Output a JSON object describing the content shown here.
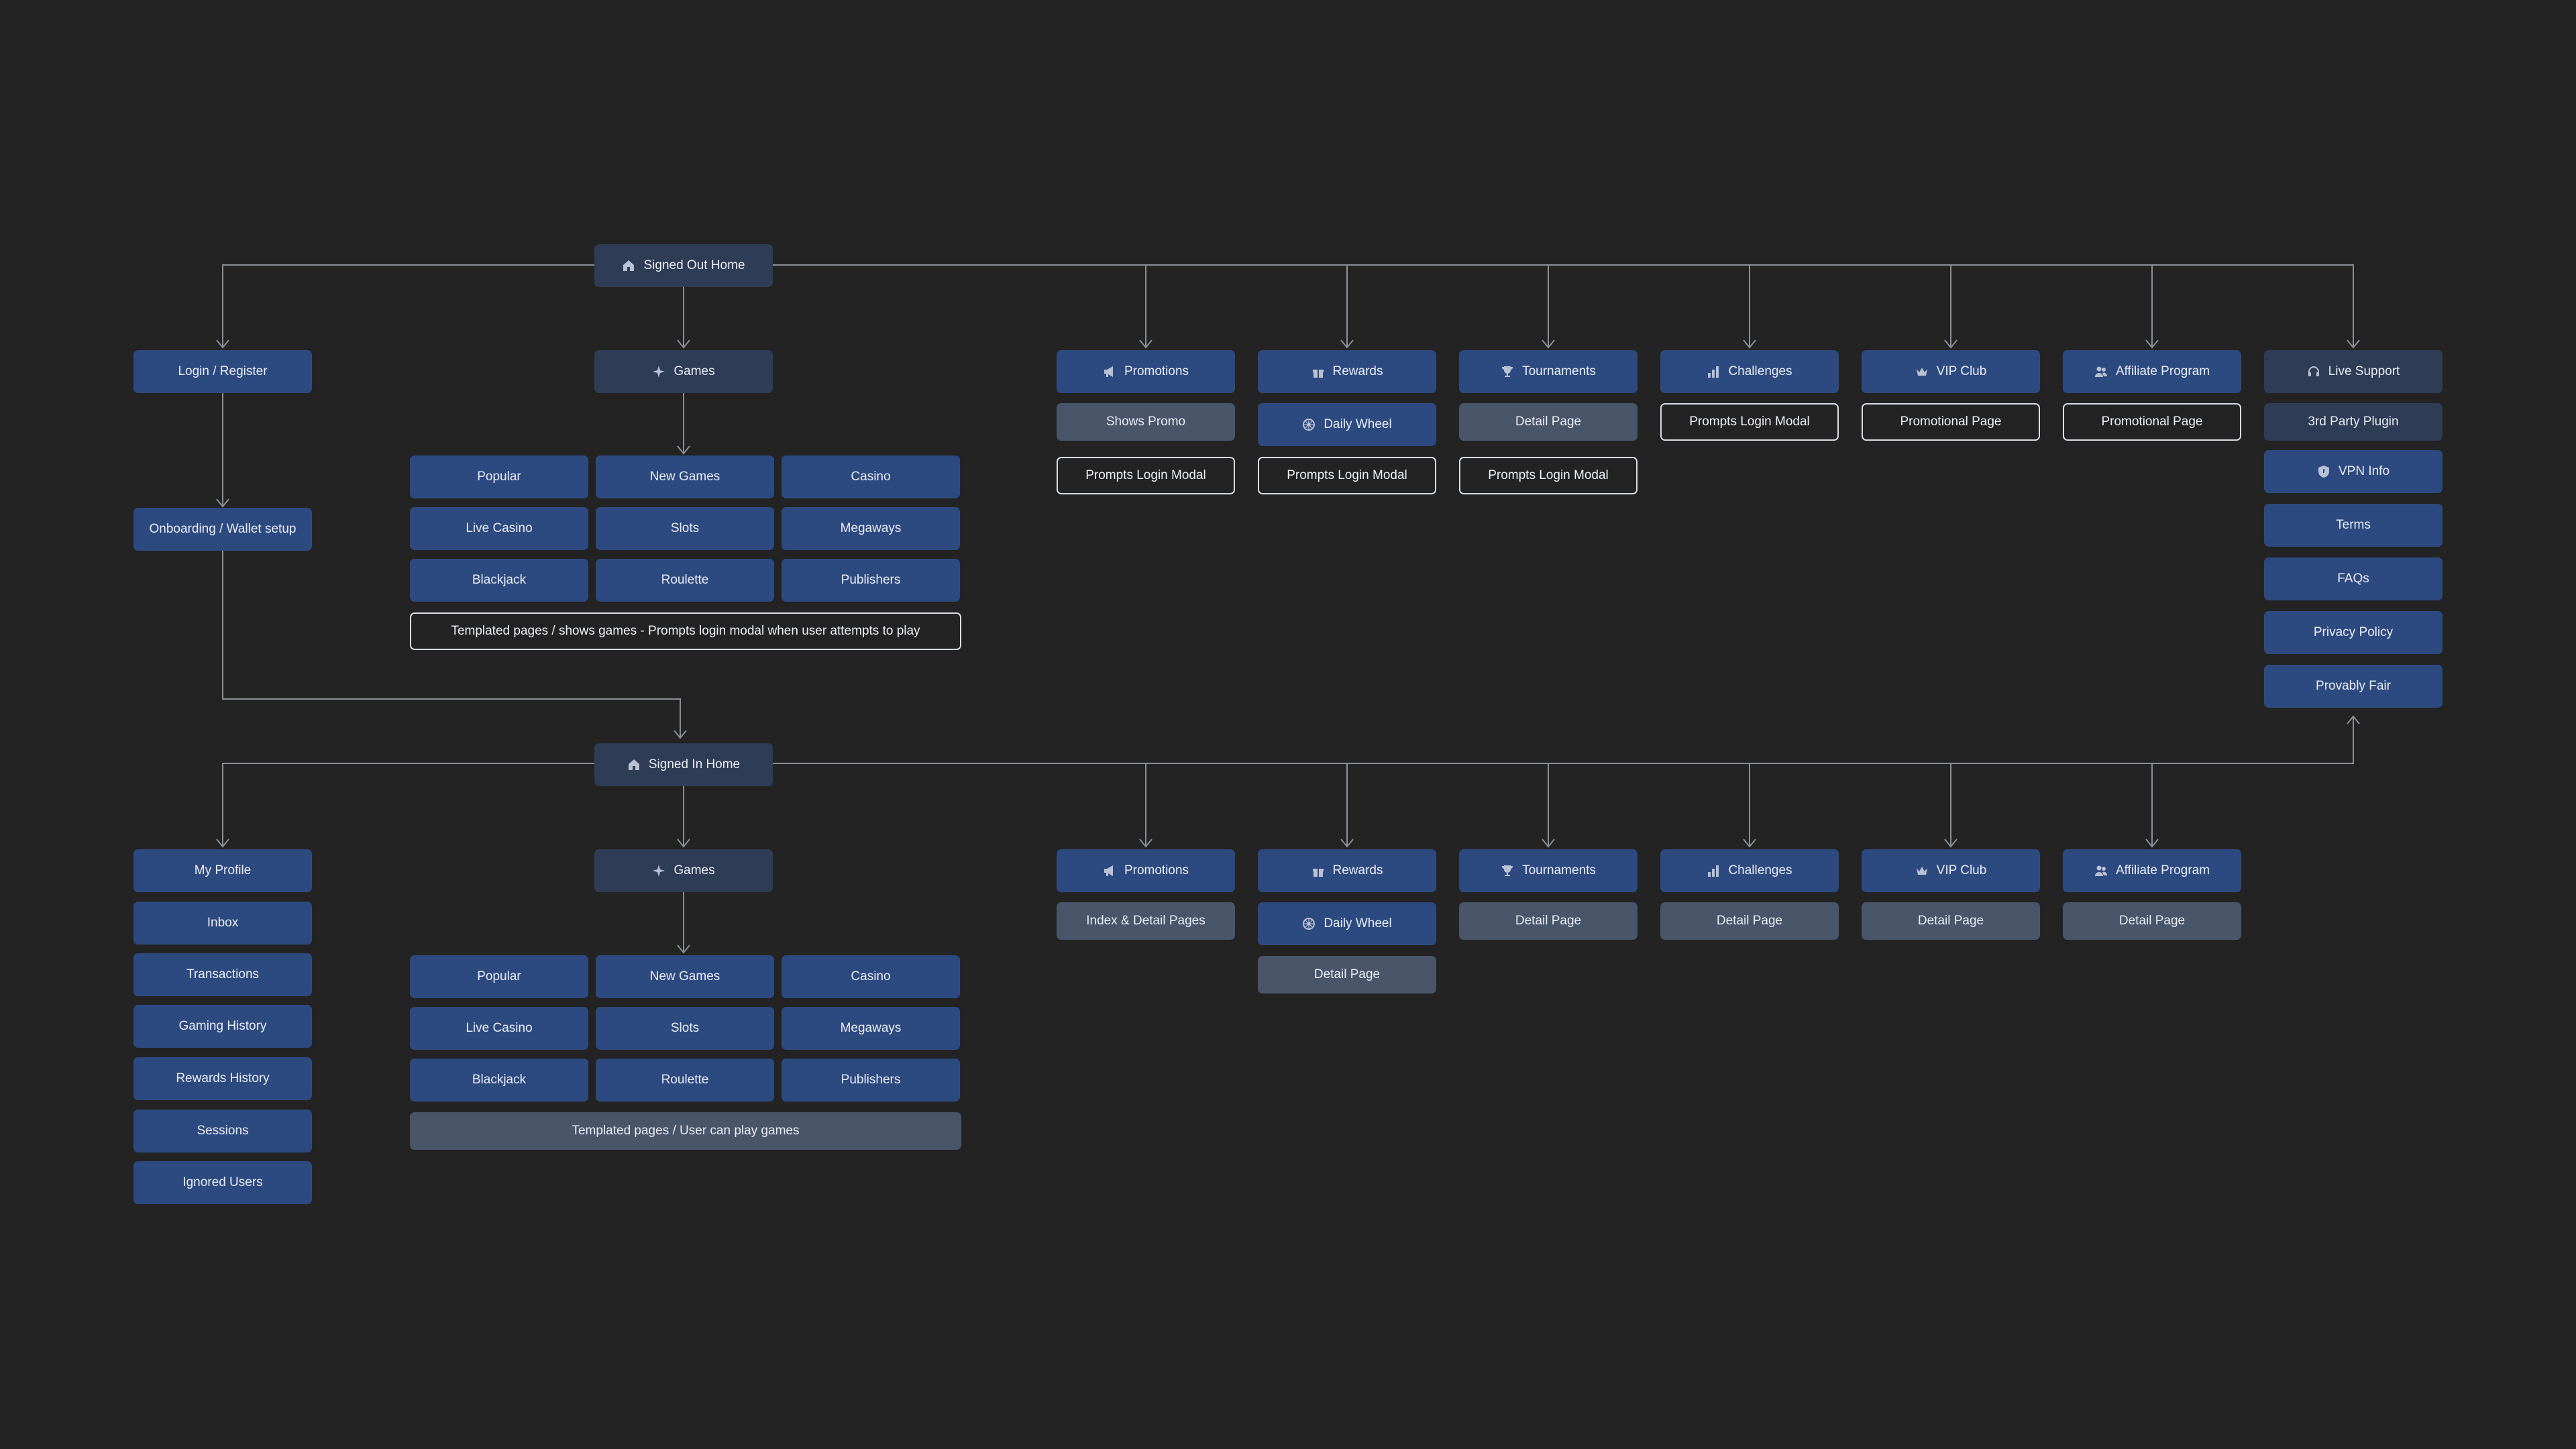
{
  "colors": {
    "background": "#232323",
    "connector": "#8b8f96",
    "primary_node": "#2d4a80",
    "home_node": "#2f3c55",
    "secondary_node": "#495569",
    "outline_node": "#d9dde4"
  },
  "signed_out": {
    "home": {
      "label": "Signed Out Home",
      "icon": "home-icon"
    },
    "login": {
      "label": "Login / Register"
    },
    "onboarding": {
      "label": "Onboarding / Wallet setup"
    },
    "games": {
      "label": "Games",
      "icon": "sparkle-icon"
    },
    "game_categories": [
      "Popular",
      "New Games",
      "Casino",
      "Live Casino",
      "Slots",
      "Megaways",
      "Blackjack",
      "Roulette",
      "Publishers"
    ],
    "games_note": "Templated pages / shows games - Prompts login modal when user attempts to play",
    "promotions": {
      "label": "Promotions",
      "icon": "megaphone-icon",
      "children": [
        "Shows Promo",
        "Prompts Login Modal"
      ]
    },
    "rewards": {
      "label": "Rewards",
      "icon": "gift-icon",
      "children": [
        "Daily Wheel",
        "Prompts Login Modal"
      ],
      "child_icon": "wheel-icon"
    },
    "tournaments": {
      "label": "Tournaments",
      "icon": "trophy-icon",
      "children": [
        "Detail Page",
        "Prompts Login Modal"
      ]
    },
    "challenges": {
      "label": "Challenges",
      "icon": "bar-chart-icon",
      "children": [
        "Prompts Login Modal"
      ]
    },
    "vip_club": {
      "label": "VIP Club",
      "icon": "crown-icon",
      "children": [
        "Promotional Page"
      ]
    },
    "affiliate": {
      "label": "Affiliate Program",
      "icon": "users-icon",
      "children": [
        "Promotional Page"
      ]
    },
    "live_support": {
      "label": "Live Support",
      "icon": "headset-icon",
      "children": [
        "3rd Party Plugin"
      ]
    },
    "support_pages": [
      "VPN Info",
      "Terms",
      "FAQs",
      "Privacy Policy",
      "Provably Fair"
    ],
    "vpn_icon": "shield-icon"
  },
  "signed_in": {
    "home": {
      "label": "Signed In Home",
      "icon": "home-icon"
    },
    "account_pages": [
      "My Profile",
      "Inbox",
      "Transactions",
      "Gaming History",
      "Rewards History",
      "Sessions",
      "Ignored Users"
    ],
    "games": {
      "label": "Games",
      "icon": "sparkle-icon"
    },
    "game_categories": [
      "Popular",
      "New Games",
      "Casino",
      "Live Casino",
      "Slots",
      "Megaways",
      "Blackjack",
      "Roulette",
      "Publishers"
    ],
    "games_note": "Templated pages / User can play games",
    "promotions": {
      "label": "Promotions",
      "icon": "megaphone-icon",
      "children": [
        "Index & Detail Pages"
      ]
    },
    "rewards": {
      "label": "Rewards",
      "icon": "gift-icon",
      "children": [
        "Daily Wheel",
        "Detail Page"
      ],
      "child_icon": "wheel-icon"
    },
    "tournaments": {
      "label": "Tournaments",
      "icon": "trophy-icon",
      "children": [
        "Detail Page"
      ]
    },
    "challenges": {
      "label": "Challenges",
      "icon": "bar-chart-icon",
      "children": [
        "Detail Page"
      ]
    },
    "vip_club": {
      "label": "VIP Club",
      "icon": "crown-icon",
      "children": [
        "Detail Page"
      ]
    },
    "affiliate": {
      "label": "Affiliate Program",
      "icon": "users-icon",
      "children": [
        "Detail Page"
      ]
    }
  }
}
